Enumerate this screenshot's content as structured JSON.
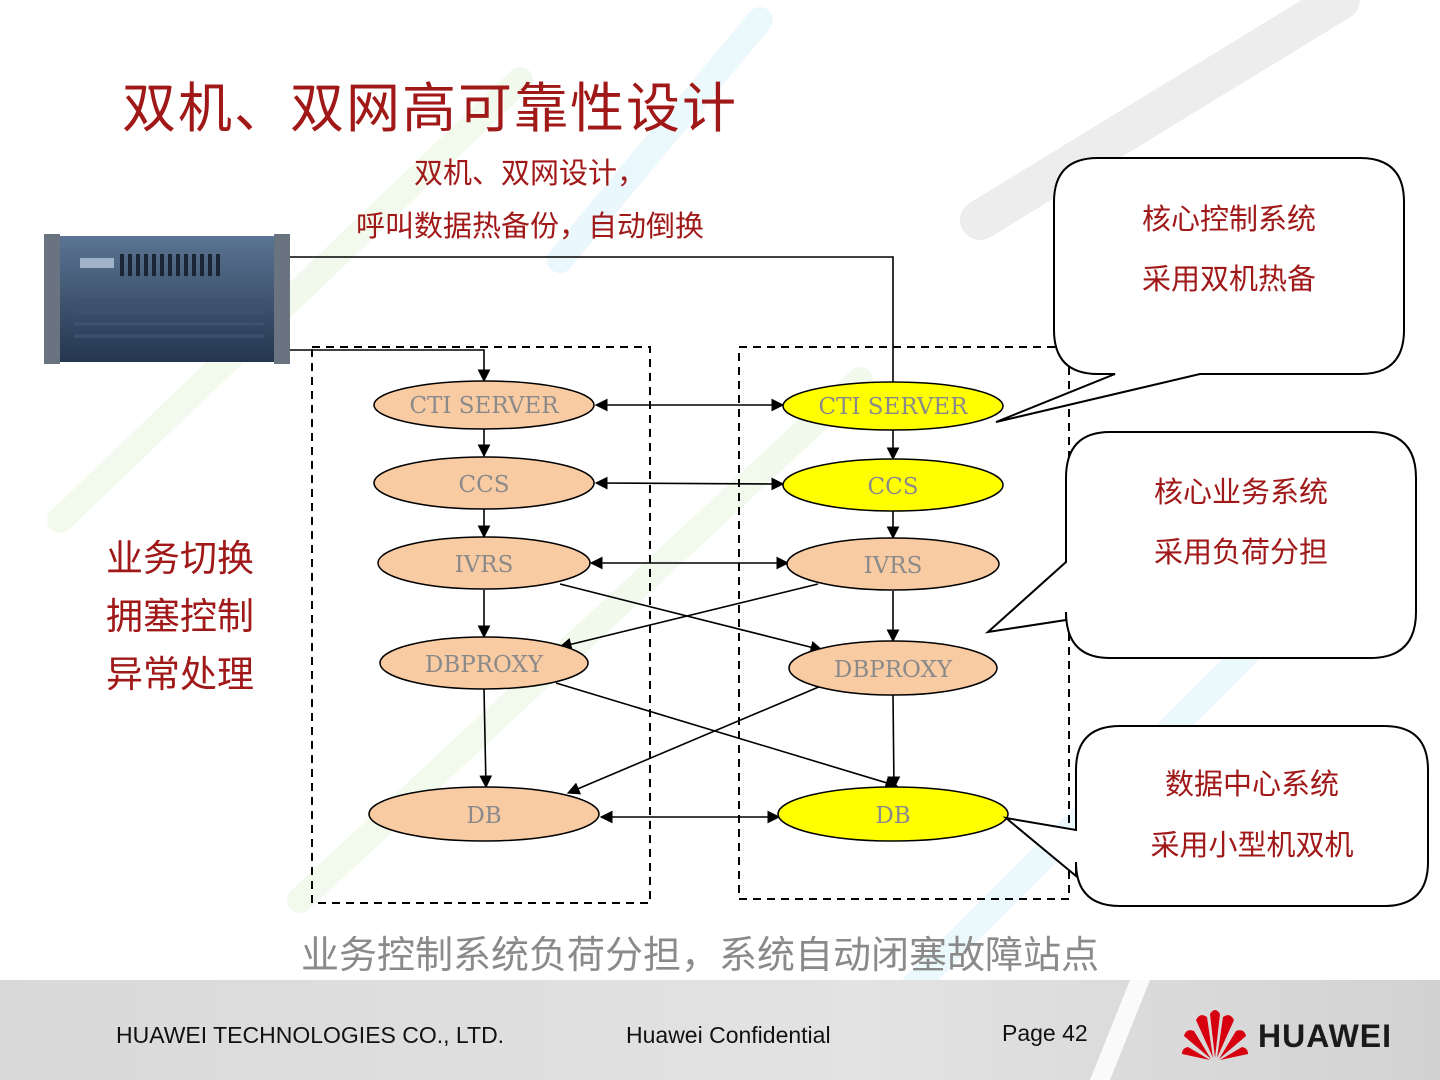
{
  "title": "双机、双网高可靠性设计",
  "subtitle": [
    "双机、双网设计，",
    "呼叫数据热备份，自动倒换"
  ],
  "side_labels": [
    "业务切换",
    "拥塞控制",
    "异常处理"
  ],
  "callouts": [
    {
      "line1": "核心控制系统",
      "line2": "采用双机热备"
    },
    {
      "line1": "核心业务系统",
      "line2": "采用负荷分担"
    },
    {
      "line1": "数据中心系统",
      "line2": "采用小型机双机"
    }
  ],
  "nodes": {
    "left": [
      "CTI SERVER",
      "CCS",
      "IVRS",
      "DBPROXY",
      "DB"
    ],
    "right": [
      "CTI SERVER",
      "CCS",
      "IVRS",
      "DBPROXY",
      "DB"
    ]
  },
  "colors": {
    "title_red": "#a01818",
    "node_orange": "#f9cba3",
    "node_yellow": "#ffff00",
    "node_text": "#8a8a8a"
  },
  "bottom_caption": "业务控制系统负荷分担，系统自动闭塞故障站点",
  "footer": {
    "company": "HUAWEI TECHNOLOGIES CO., LTD.",
    "confidential": "Huawei Confidential",
    "page": "Page 42",
    "logo": "HUAWEI"
  }
}
